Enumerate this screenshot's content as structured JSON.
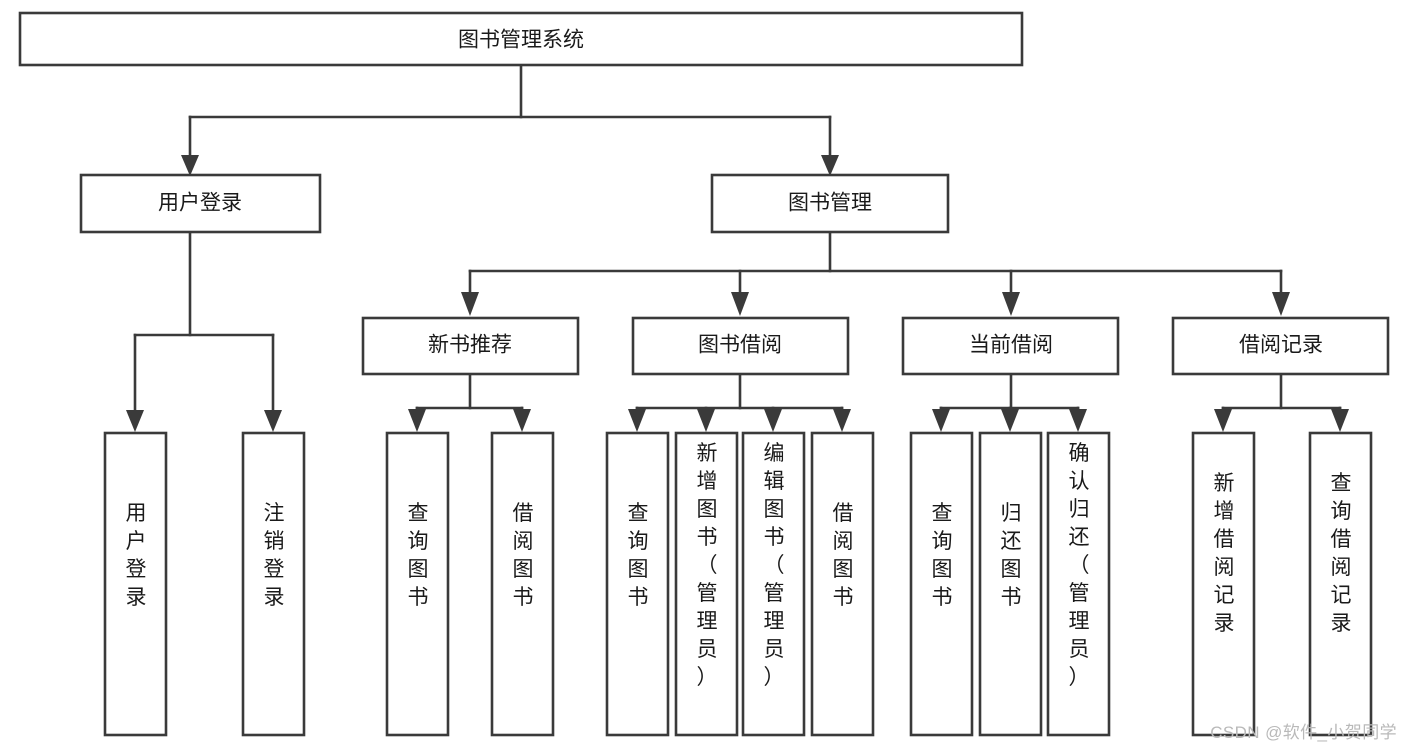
{
  "diagram": {
    "type": "tree",
    "title": "图书管理系统",
    "orientation": "top-down",
    "colors": {
      "box_stroke": "#3a3a3a",
      "box_fill": "#ffffff",
      "connector": "#3a3a3a",
      "text": "#1a1a1a",
      "watermark": "#b9b9b9",
      "background": "#ffffff"
    },
    "root": {
      "id": "root",
      "label": "图书管理系统",
      "level": 0,
      "orientation": "horizontal"
    },
    "level1": [
      {
        "id": "user-login",
        "label": "用户登录",
        "orientation": "horizontal"
      },
      {
        "id": "book-manage",
        "label": "图书管理",
        "orientation": "horizontal"
      }
    ],
    "level2": [
      {
        "id": "new-book-recommend",
        "label": "新书推荐",
        "parent": "book-manage",
        "orientation": "horizontal"
      },
      {
        "id": "book-borrow",
        "label": "图书借阅",
        "parent": "book-manage",
        "orientation": "horizontal"
      },
      {
        "id": "current-borrow",
        "label": "当前借阅",
        "parent": "book-manage",
        "orientation": "horizontal"
      },
      {
        "id": "borrow-record",
        "label": "借阅记录",
        "parent": "book-manage",
        "orientation": "horizontal"
      }
    ],
    "leaves": [
      {
        "id": "leaf-user-login",
        "label": "用户登录",
        "parent": "user-login",
        "orientation": "vertical"
      },
      {
        "id": "leaf-logout-login",
        "label": "注销登录",
        "parent": "user-login",
        "orientation": "vertical"
      },
      {
        "id": "leaf-query-book-rec",
        "label": "查询图书",
        "parent": "new-book-recommend",
        "orientation": "vertical"
      },
      {
        "id": "leaf-borrow-book-rec",
        "label": "借阅图书",
        "parent": "new-book-recommend",
        "orientation": "vertical"
      },
      {
        "id": "leaf-query-book-borrow",
        "label": "查询图书",
        "parent": "book-borrow",
        "orientation": "vertical"
      },
      {
        "id": "leaf-add-book-admin",
        "label": "新增图书（管理员）",
        "parent": "book-borrow",
        "orientation": "vertical"
      },
      {
        "id": "leaf-edit-book-admin",
        "label": "编辑图书（管理员）",
        "parent": "book-borrow",
        "orientation": "vertical"
      },
      {
        "id": "leaf-borrow-book",
        "label": "借阅图书",
        "parent": "book-borrow",
        "orientation": "vertical"
      },
      {
        "id": "leaf-query-book-current",
        "label": "查询图书",
        "parent": "current-borrow",
        "orientation": "vertical"
      },
      {
        "id": "leaf-return-book",
        "label": "归还图书",
        "parent": "current-borrow",
        "orientation": "vertical"
      },
      {
        "id": "leaf-confirm-return-admin",
        "label": "确认归还（管理员）",
        "parent": "current-borrow",
        "orientation": "vertical"
      },
      {
        "id": "leaf-add-borrow-record",
        "label": "新增借阅记录",
        "parent": "borrow-record",
        "orientation": "vertical"
      },
      {
        "id": "leaf-query-borrow-record",
        "label": "查询借阅记录",
        "parent": "borrow-record",
        "orientation": "vertical"
      }
    ]
  },
  "watermark": {
    "text": "CSDN @软件_小贺同学"
  }
}
